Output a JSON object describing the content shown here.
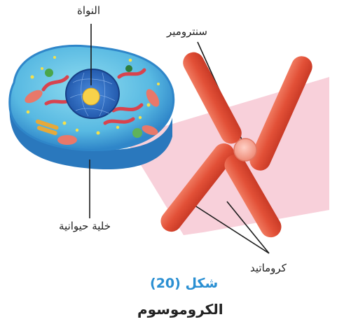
{
  "labels": {
    "nucleus": "النواة",
    "centromere": "سنترومير",
    "animal_cell": "خلية حيوانية",
    "chromatid": "كروماتيد"
  },
  "caption": {
    "figure_number": "شكل (20)",
    "title": "الكروموسوم"
  },
  "colors": {
    "cell_outer": "#3a8fd0",
    "cell_inner": "#6fcbe6",
    "nucleus": "#2f6fc4",
    "nucleolus": "#f7d24a",
    "chromosome": "#e8573f",
    "centromere": "#f39f8e",
    "zoom_cone": "#f7c8d4",
    "caption_accent": "#2a8fd2"
  }
}
